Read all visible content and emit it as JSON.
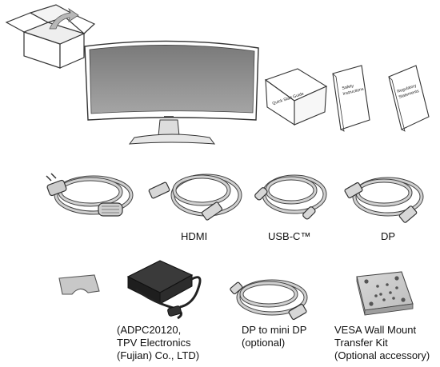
{
  "booklets": {
    "quick_start": "Quick Start Guide",
    "safety": "Safety Instructions",
    "regulatory": "Regulatory Statements"
  },
  "cable_labels": {
    "hdmi": "HDMI",
    "usbc": "USB-C™",
    "dp": "DP"
  },
  "bottom_labels": {
    "adapter_line1": "(ADPC20120,",
    "adapter_line2": "TPV Electronics",
    "adapter_line3": "(Fujian) Co., LTD)",
    "dp_mini_line1": "DP to mini DP",
    "dp_mini_line2": "(optional)",
    "vesa_line1": "VESA Wall Mount",
    "vesa_line2": "Transfer Kit",
    "vesa_line3": "(Optional accessory)"
  },
  "colors": {
    "line": "#333333",
    "screen": "#8a8a8a",
    "cable": "#d0d0d0",
    "cable_edge": "#444444"
  }
}
